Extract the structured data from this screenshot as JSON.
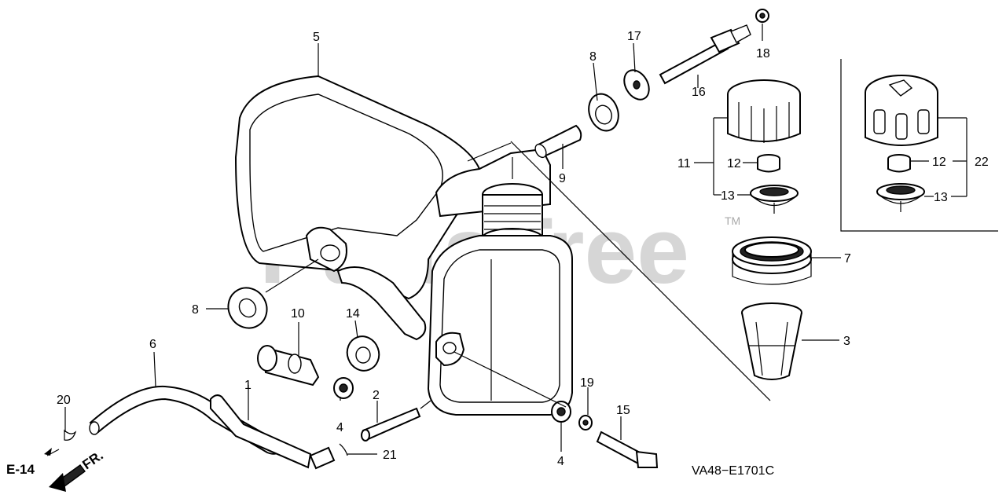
{
  "diagram": {
    "code": "VA48−E1701C",
    "watermark": "PartsTree",
    "trademark": "TM",
    "ref_code": "E-14",
    "fr_label": "FR.",
    "callouts": {
      "c1": "1",
      "c2": "2",
      "c3": "3",
      "c4a": "4",
      "c4b": "4",
      "c5": "5",
      "c6": "6",
      "c7": "7",
      "c8a": "8",
      "c8b": "8",
      "c9": "9",
      "c10": "10",
      "c11": "11",
      "c12a": "12",
      "c12b": "12",
      "c13a": "13",
      "c13b": "13",
      "c14": "14",
      "c15": "15",
      "c16": "16",
      "c17": "17",
      "c18": "18",
      "c19": "19",
      "c20": "20",
      "c21": "21",
      "c22": "22"
    }
  }
}
